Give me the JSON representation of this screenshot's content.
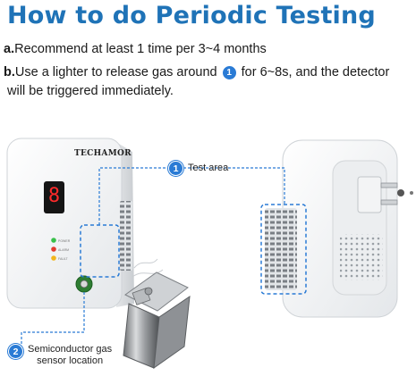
{
  "header": {
    "title": "How to do Periodic Testing"
  },
  "steps": [
    {
      "letter": "a.",
      "text": "Recommend at least 1 time per 3~4 months"
    },
    {
      "letter": "b.",
      "text_before": "Use a lighter to release gas around ",
      "badge": "1",
      "text_after": " for 6~8s,  and the detector",
      "text_line2": "will be triggered immediately."
    }
  ],
  "callouts": [
    {
      "number": "1",
      "label": "Test area"
    },
    {
      "number": "2",
      "label_line1": "Semiconductor gas",
      "label_line2": "sensor location"
    }
  ],
  "device": {
    "brand": "TECHAMOR",
    "display_digit": "8"
  },
  "colors": {
    "title": "#1f73b7",
    "badge": "#2a7bd5",
    "dashed_box": "#2a7bd5",
    "led": "#ff2a2a"
  }
}
